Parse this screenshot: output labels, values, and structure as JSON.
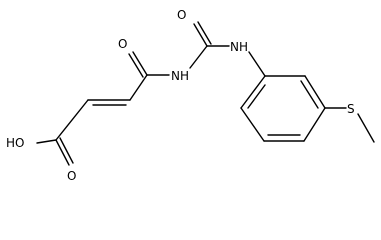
{
  "labels": {
    "oxygen_acid_oh": "HO",
    "oxygen_acid_carbonyl": "O",
    "oxygen_amide_1": "O",
    "nitrogen_imide": "NH",
    "oxygen_urea": "O",
    "nitrogen_aryl": "NH",
    "sulfur": "S"
  },
  "colors": {
    "bond": "#000000",
    "background": "#ffffff"
  }
}
